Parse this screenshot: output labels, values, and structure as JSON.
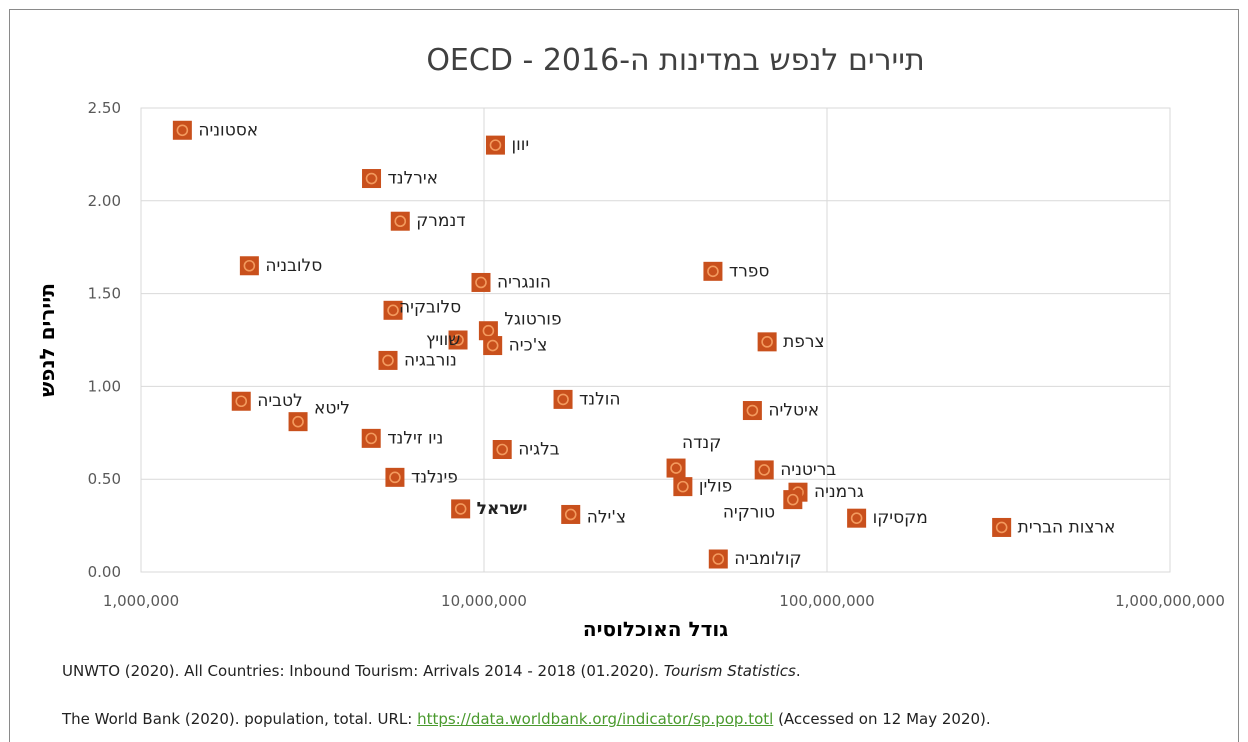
{
  "chart_data": {
    "type": "scatter",
    "title": "תיירים לנפש במדינות ה-OECD - 2016",
    "xlabel": "גודל האוכלוסיה",
    "ylabel": "תיירים לנפש",
    "x_scale": "log",
    "xlim": [
      1000000,
      1000000000
    ],
    "ylim": [
      0,
      2.5
    ],
    "x_ticks": [
      1000000,
      10000000,
      100000000,
      1000000000
    ],
    "x_tick_labels": [
      "1,000,000",
      "10,000,000",
      "100,000,000",
      "1,000,000,000"
    ],
    "y_ticks": [
      0,
      0.5,
      1,
      1.5,
      2,
      2.5
    ],
    "y_tick_labels": [
      "0.00",
      "0.50",
      "1.00",
      "1.50",
      "2.00",
      "2.50"
    ],
    "grid": "vertical-and-horizontal",
    "marker_color": "#c9501c",
    "marker_edge": "#f39a5e",
    "points": [
      {
        "label": "אסטוניה",
        "x": 1320000,
        "y": 2.38
      },
      {
        "label": "יוון",
        "x": 10800000,
        "y": 2.3
      },
      {
        "label": "אירלנד",
        "x": 4700000,
        "y": 2.12
      },
      {
        "label": "דנמרק",
        "x": 5700000,
        "y": 1.89
      },
      {
        "label": "סלובניה",
        "x": 2070000,
        "y": 1.65
      },
      {
        "label": "הונגריה",
        "x": 9800000,
        "y": 1.56
      },
      {
        "label": "ספרד",
        "x": 46500000,
        "y": 1.62
      },
      {
        "label": "סלובקיה",
        "x": 5430000,
        "y": 1.41
      },
      {
        "label": "פורטוגל",
        "x": 10300000,
        "y": 1.3
      },
      {
        "label": "שוויץ",
        "x": 8400000,
        "y": 1.25
      },
      {
        "label": "צ'כיה",
        "x": 10600000,
        "y": 1.22
      },
      {
        "label": "צרפת",
        "x": 66900000,
        "y": 1.24
      },
      {
        "label": "נורבגיה",
        "x": 5250000,
        "y": 1.14
      },
      {
        "label": "לטביה",
        "x": 1960000,
        "y": 0.92
      },
      {
        "label": "הולנד",
        "x": 17000000,
        "y": 0.93
      },
      {
        "label": "איטליה",
        "x": 60600000,
        "y": 0.87
      },
      {
        "label": "ליטא",
        "x": 2870000,
        "y": 0.81
      },
      {
        "label": "ניו זילנד",
        "x": 4690000,
        "y": 0.72
      },
      {
        "label": "בלגיה",
        "x": 11300000,
        "y": 0.66
      },
      {
        "label": "קנדה",
        "x": 36300000,
        "y": 0.56
      },
      {
        "label": "בריטניה",
        "x": 65600000,
        "y": 0.55
      },
      {
        "label": "פינלנד",
        "x": 5500000,
        "y": 0.51
      },
      {
        "label": "פולין",
        "x": 38000000,
        "y": 0.46
      },
      {
        "label": "גרמניה",
        "x": 82300000,
        "y": 0.43
      },
      {
        "label": "טורקיה",
        "x": 79500000,
        "y": 0.39
      },
      {
        "label": "ישראל",
        "x": 8550000,
        "y": 0.34
      },
      {
        "label": "צ'ילה",
        "x": 17900000,
        "y": 0.31
      },
      {
        "label": "מקסיקו",
        "x": 122000000,
        "y": 0.29
      },
      {
        "label": "ארצות הברית",
        "x": 323000000,
        "y": 0.24
      },
      {
        "label": "קולומביה",
        "x": 48200000,
        "y": 0.07
      }
    ]
  },
  "sources": {
    "s1_pre": "UNWTO (2020). All Countries: Inbound Tourism: Arrivals 2014 - 2018 (01.2020). ",
    "s1_italic": "Tourism Statistics",
    "s1_post": ".",
    "s2_pre": "The World Bank (2020). population, total. URL: ",
    "s2_link": "https://data.worldbank.org/indicator/sp.pop.totl",
    "s2_post": " (Accessed on 12 May 2020)."
  }
}
